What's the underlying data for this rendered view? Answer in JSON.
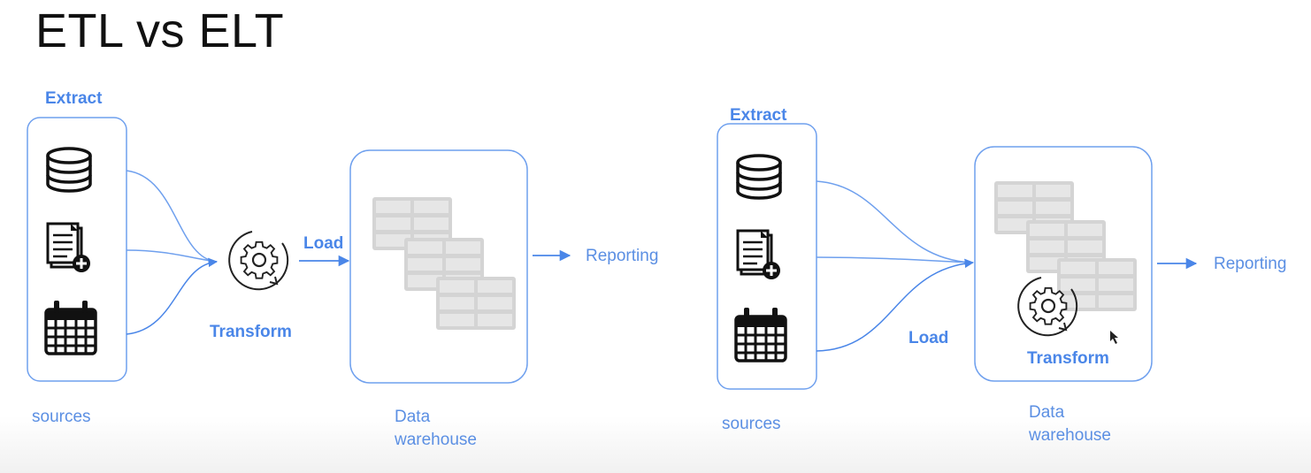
{
  "title": "ETL vs ELT",
  "etl": {
    "extract_label": "Extract",
    "load_label": "Load",
    "transform_label": "Transform",
    "reporting_label": "Reporting",
    "sources_label": "sources",
    "warehouse_label_1": "Data",
    "warehouse_label_2": "warehouse",
    "source_icons": [
      "database-icon",
      "document-add-icon",
      "calendar-icon"
    ]
  },
  "elt": {
    "extract_label": "Extract",
    "load_label": "Load",
    "transform_label": "Transform",
    "reporting_label": "Reporting",
    "sources_label": "sources",
    "warehouse_label_1": "Data",
    "warehouse_label_2": "warehouse",
    "source_icons": [
      "database-icon",
      "document-add-icon",
      "calendar-icon"
    ]
  },
  "colors": {
    "accent_blue": "#4a86e8",
    "table_gray": "#cfcfcf",
    "icon_black": "#111111"
  }
}
